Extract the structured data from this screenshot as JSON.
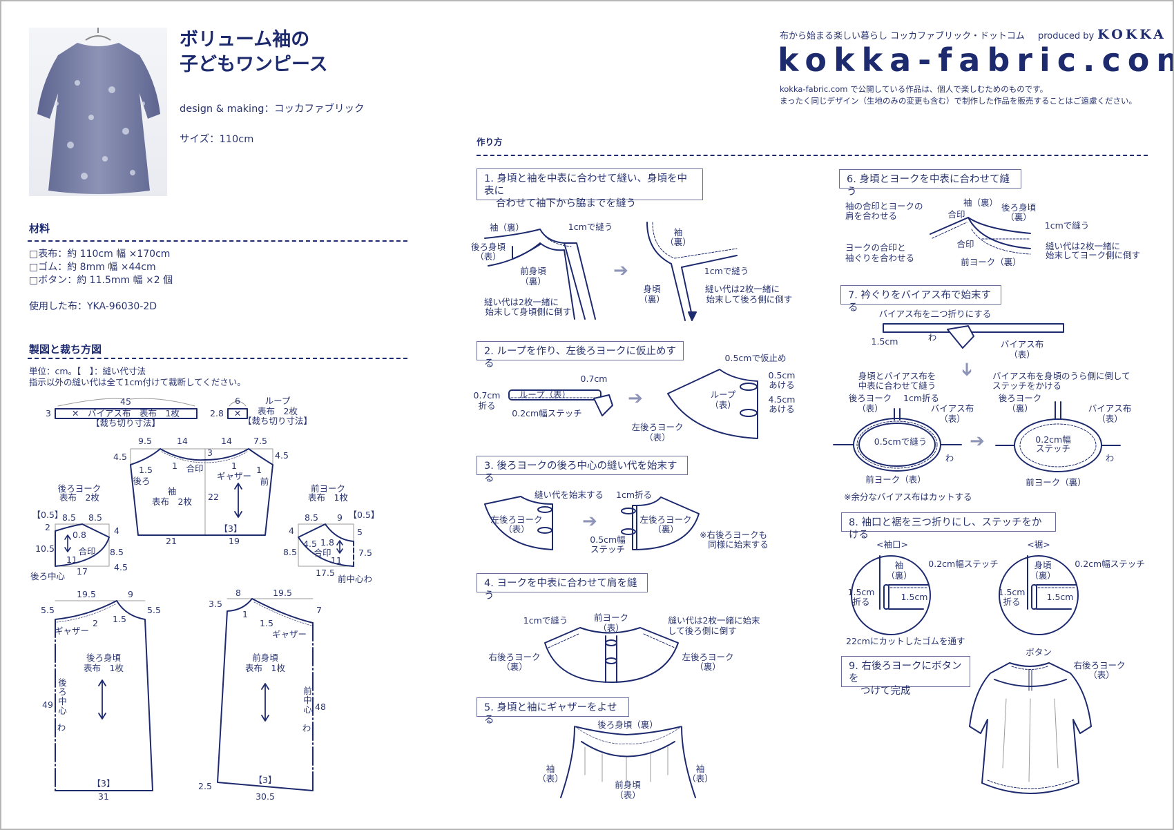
{
  "header": {
    "title_line1": "ボリューム袖の",
    "title_line2": "子どもワンピース",
    "design": "design & making：コッカファブリック",
    "size": "サイズ：110cm"
  },
  "brand": {
    "tagline": "布から始まる楽しい暮らし コッカファブリック・ドットコム",
    "produced_by": "produced by",
    "kokka": "KOKKA",
    "logo": "kokka-fabric.com",
    "notice1": "kokka-fabric.com で公開している作品は、個人で楽しむためのものです。",
    "notice2": "まったく同じデザイン（生地のみの変更も含む）で制作した作品を販売することはご遠慮ください。"
  },
  "materials": {
    "heading": "材料",
    "items": [
      "□表布：約 110cm 幅 ×170cm",
      "□ゴム：約 8mm 幅 ×44cm",
      "□ボタン：約 11.5mm 幅 ×2 個"
    ],
    "fabric": "使用した布：YKA-96030-2D"
  },
  "pattern": {
    "heading": "製図と裁ち方図",
    "unit_note": "単位：cm。【　】：縫い代寸法",
    "seam_note": "指示以外の縫い代は全て1cm付けて裁断してください。",
    "bias": [
      "45",
      "3",
      "✕　バイアス布　表布　1枚",
      "【裁ち切り寸法】"
    ],
    "loop": [
      "6",
      "2.8",
      "✕",
      "ループ",
      "表布　2枚",
      "【裁ち切り寸法】"
    ],
    "sleeve": [
      "9.5",
      "14",
      "14",
      "7.5",
      "4.5",
      "4.5",
      "3",
      "1.5",
      "1",
      "合印",
      "1",
      "1",
      "後ろ",
      "ギャザー",
      "前",
      "袖",
      "表布　2枚",
      "22",
      "【3】",
      "21",
      "19"
    ],
    "back_yoke": [
      "後ろヨーク",
      "表布　2枚",
      "【0.5】",
      "8.5",
      "8.5",
      "2",
      "4",
      "0.8",
      "10.5",
      "合印",
      "8.5",
      "11",
      "4.5",
      "17",
      "後ろ中心"
    ],
    "front_yoke": [
      "前ヨーク",
      "表布　1枚",
      "8.5",
      "9",
      "【0.5】",
      "4",
      "5",
      "4.5",
      "1.8",
      "8.5",
      "合印",
      "7.5",
      "11",
      "17.5",
      "前中心わ"
    ],
    "back_bodice": [
      "19.5",
      "9",
      "5.5",
      "5.5",
      "2",
      "1.5",
      "ギャザー",
      "後ろ身頃",
      "表布　1枚",
      "後ろ中心",
      "わ",
      "49",
      "【3】",
      "31"
    ],
    "front_bodice": [
      "8",
      "19.5",
      "3.5",
      "1",
      "7",
      "1.5",
      "ギャザー",
      "前身頃",
      "表布　1枚",
      "前中心",
      "わ",
      "48",
      "2.5",
      "【3】",
      "30.5"
    ]
  },
  "howto": {
    "heading": "作り方",
    "steps": [
      {
        "title": "1. 身頃と袖を中表に合わせて縫い、身頃を中表に",
        "title2": "合わせて袖下から脇までを縫う",
        "labels": [
          "袖（裏）",
          "1cmで縫う",
          "後ろ身頃",
          "（表）",
          "前身頃",
          "（裏）",
          "縫い代は2枚一緒に",
          "始末して身頃側に倒す",
          "袖",
          "（裏）",
          "1cmで縫う",
          "身頃",
          "（裏）",
          "縫い代は2枚一緒に",
          "始末して後ろ側に倒す"
        ]
      },
      {
        "title": "2. ループを作り、左後ろヨークに仮止めする",
        "labels": [
          "0.5cmで仮止め",
          "0.7cm",
          "0.5cm",
          "あける",
          "0.7cm",
          "折る",
          "ループ（表）",
          "ループ",
          "（表）",
          "4.5cm",
          "あける",
          "0.2cm幅ステッチ",
          "左後ろヨーク",
          "（表）"
        ]
      },
      {
        "title": "3. 後ろヨークの後ろ中心の縫い代を始末する",
        "labels": [
          "縫い代を始末する",
          "1cm折る",
          "左後ろヨーク",
          "（表）",
          "左後ろヨーク",
          "（裏）",
          "※右後ろヨークも",
          "同様に始末する",
          "0.5cm幅",
          "ステッチ"
        ]
      },
      {
        "title": "4. ヨークを中表に合わせて肩を縫う",
        "labels": [
          "1cmで縫う",
          "前ヨーク",
          "（表）",
          "縫い代は2枚一緒に始末",
          "して後ろ側に倒す",
          "右後ろヨーク",
          "（裏）",
          "左後ろヨーク",
          "（裏）"
        ]
      },
      {
        "title": "5. 身頃と袖にギャザーをよせる",
        "labels": [
          "後ろ身頃（裏）",
          "袖",
          "（表）",
          "前身頃",
          "（表）",
          "袖",
          "（表）"
        ]
      },
      {
        "title": "6. 身頃とヨークを中表に合わせて縫う",
        "labels": [
          "袖の合印とヨークの",
          "肩を合わせる",
          "ヨークの合印と",
          "袖ぐりを合わせる",
          "袖（裏）",
          "後ろ身頃",
          "（裏）",
          "合印",
          "1cmで縫う",
          "合印",
          "縫い代は2枚一緒に",
          "始末してヨーク側に倒す",
          "前ヨーク（裏）"
        ]
      },
      {
        "title": "7. 衿ぐりをバイアス布で始末する",
        "labels": [
          "バイアス布を二つ折りにする",
          "1.5cm",
          "わ",
          "バイアス布",
          "（表）",
          "身頃とバイアス布を",
          "中表に合わせて縫う",
          "バイアス布を身頃のうら側に倒して",
          "ステッチをかける",
          "後ろヨーク",
          "（表）",
          "1cm折る",
          "バイアス布",
          "（表）",
          "0.5cmで縫う",
          "わ",
          "前ヨーク（表）",
          "※余分なバイアス布はカットする",
          "後ろヨーク",
          "（裏）",
          "バイアス布",
          "（表）",
          "0.2cm幅",
          "ステッチ",
          "わ",
          "前ヨーク（裏）"
        ]
      },
      {
        "title": "8. 袖口と裾を三つ折りにし、ステッチをかける",
        "labels": [
          "<袖口>",
          "<裾>",
          "袖",
          "（裏）",
          "0.2cm幅ステッチ",
          "1.5cm",
          "折る",
          "1.5cm",
          "22cmにカットしたゴムを通す",
          "身頃",
          "（裏）",
          "0.2cm幅ステッチ",
          "1.5cm",
          "折る",
          "1.5cm"
        ]
      },
      {
        "title": "9. 右後ろヨークにボタンを",
        "title2": "つけて完成",
        "labels": [
          "ボタン",
          "右後ろヨーク",
          "（表）"
        ]
      }
    ]
  },
  "colors": {
    "navy": "#1d2a6e",
    "text": "#2a3570",
    "guide_gray": "#9a9a9a",
    "arrow_gray": "#8d94b8"
  }
}
